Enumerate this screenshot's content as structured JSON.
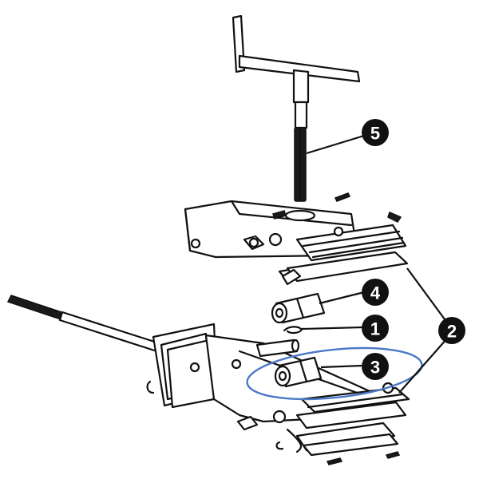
{
  "callouts": [
    {
      "number": "5",
      "part": "t-handle-screw"
    },
    {
      "number": "4",
      "part": "upper-bushing"
    },
    {
      "number": "1",
      "part": "retaining-clip"
    },
    {
      "number": "3",
      "part": "lower-bushing"
    },
    {
      "number": "2",
      "part": "jaw-plates"
    }
  ],
  "colors": {
    "ink": "#111111",
    "badge": "#111111",
    "badge_text": "#ffffff",
    "highlight": "#4a78c8"
  }
}
